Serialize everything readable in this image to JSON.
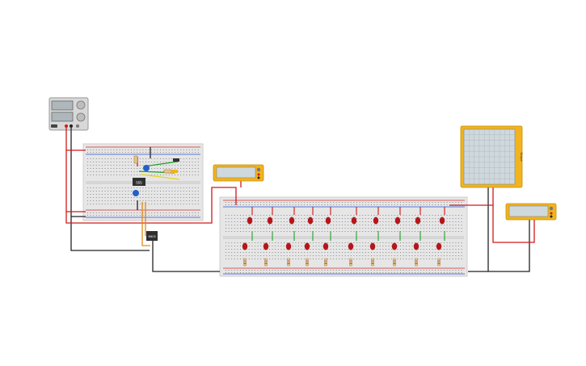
{
  "canvas": {
    "background": "#ffffff"
  },
  "colors": {
    "breadboard": "#e6e6e6",
    "breadboard_edge": "#cfcfcf",
    "hole": "#8a8a8a",
    "rail_red": "#d42a2a",
    "rail_blue": "#2a4fd4",
    "wire_red": "#d01919",
    "wire_black": "#222222",
    "wire_green": "#1fa32a",
    "wire_orange": "#e08a1c",
    "wire_yellow": "#e6d31c",
    "instrument_body": "#f2b31d",
    "instrument_screen": "#cfd8dc",
    "led_red": "#b4161b",
    "chip": "#2f2f2f",
    "pot_blue": "#2460c8"
  },
  "components": {
    "timer_chip_label": "555",
    "regulator_label": "9MC5",
    "scope_label": "Scope"
  }
}
